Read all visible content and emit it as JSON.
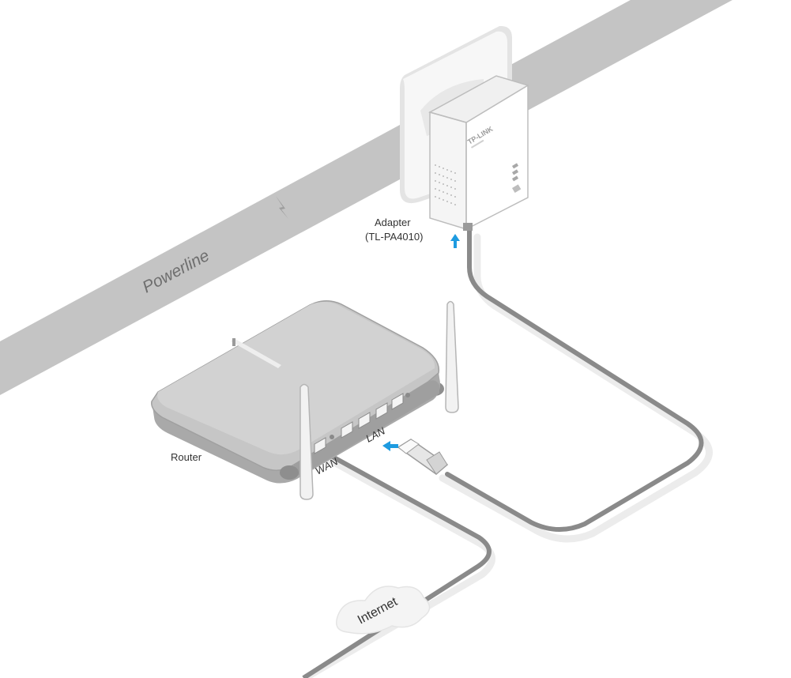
{
  "labels": {
    "powerline": "Powerline",
    "adapter_name": "Adapter",
    "adapter_model": "(TL-PA4010)",
    "router": "Router",
    "lan": "LAN",
    "wan": "WAN",
    "internet": "Internet",
    "brand": "TP-LINK"
  },
  "colors": {
    "powerline_band": "#c4c4c4",
    "cable": "#8a8a8a",
    "cable_shadow": "#ececec",
    "device_fill": "#bdbdbd",
    "device_dark": "#9a9a9a",
    "arrow": "#1e9be0",
    "wall_plate": "#f4f4f4"
  },
  "icons": [
    "lightning-icon",
    "cloud-icon",
    "arrow-up-icon",
    "arrow-left-icon"
  ]
}
